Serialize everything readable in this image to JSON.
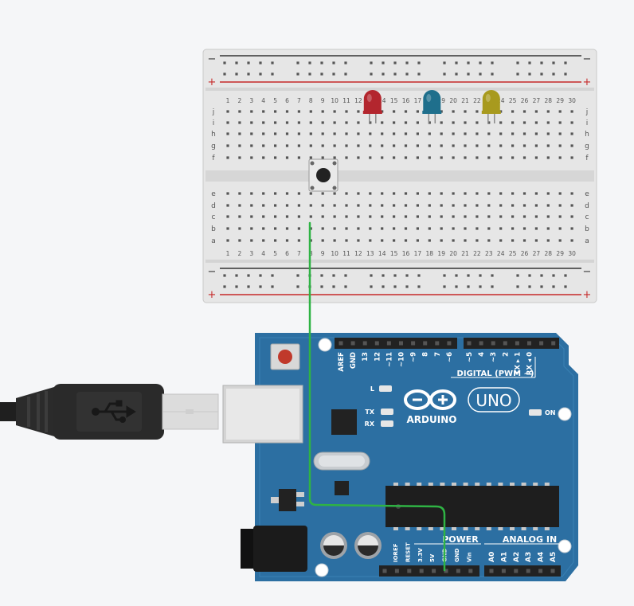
{
  "breadboard": {
    "rail_minus": "−",
    "rail_plus": "+",
    "row_letters_top": [
      "j",
      "i",
      "h",
      "g",
      "f"
    ],
    "row_letters_bottom": [
      "e",
      "d",
      "c",
      "b",
      "a"
    ],
    "column_numbers": [
      "1",
      "2",
      "3",
      "4",
      "5",
      "6",
      "7",
      "8",
      "9",
      "10",
      "11",
      "12",
      "13",
      "14",
      "15",
      "16",
      "17",
      "18",
      "19",
      "20",
      "21",
      "22",
      "23",
      "24",
      "25",
      "26",
      "27",
      "28",
      "29",
      "30"
    ]
  },
  "leds": [
    {
      "color_name": "red",
      "color": "#b3262e",
      "column": 13
    },
    {
      "color_name": "blue",
      "color": "#1f6f8c",
      "column": 18
    },
    {
      "color_name": "yellow",
      "color": "#a89a1e",
      "column": 23
    }
  ],
  "wire": {
    "color": "#2fb344",
    "from": "breadboard column 8 row a",
    "to": "Arduino GND"
  },
  "arduino": {
    "board_color": "#2c6fa2",
    "brand": "ARDUINO",
    "model": "UNO",
    "digital_header_label": "DIGITAL (PWM ~)",
    "digital_pins": [
      "AREF",
      "GND",
      "13",
      "12",
      "~11",
      "~10",
      "~9",
      "8",
      "7",
      "~6",
      "~5",
      "4",
      "~3",
      "2",
      "TX ▸ 1",
      "RX ◂ 0"
    ],
    "led_labels": [
      "L",
      "TX",
      "RX",
      "ON"
    ],
    "power_label": "POWER",
    "power_pins": [
      "IOREF",
      "RESET",
      "3.3V",
      "5V",
      "GND",
      "GND",
      "Vin"
    ],
    "analog_label": "ANALOG IN",
    "analog_pins": [
      "A0",
      "A1",
      "A2",
      "A3",
      "A4",
      "A5"
    ]
  },
  "usb": {
    "icon": "usb-icon"
  }
}
